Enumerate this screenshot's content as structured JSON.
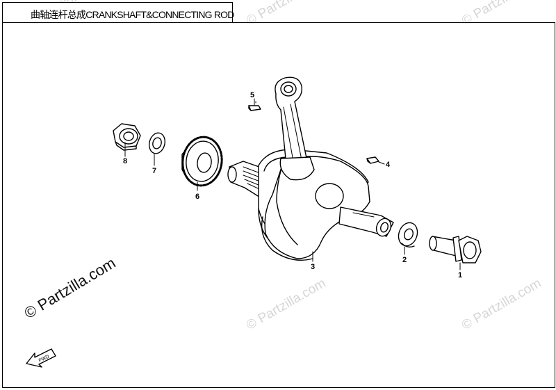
{
  "title": "曲轴连杆总成CRANKSHAFT&CONNECTING ROD",
  "watermark": "© Partzilla.com",
  "fwd_label": "FWD",
  "callouts": [
    "1",
    "2",
    "3",
    "4",
    "5",
    "6",
    "7",
    "8"
  ]
}
